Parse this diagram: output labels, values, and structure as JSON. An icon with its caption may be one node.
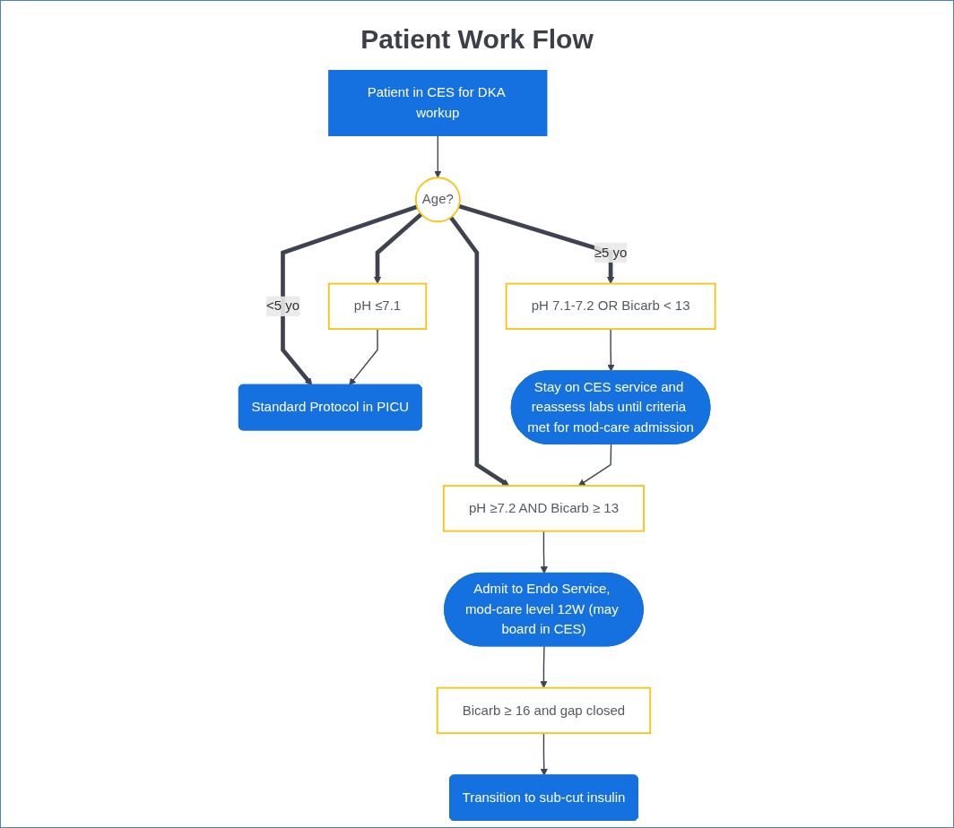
{
  "diagram": {
    "title": "Patient Work Flow",
    "nodes": [
      {
        "text": [
          "Patient in CES for DKA workup"
        ]
      },
      {
        "text": [
          "Age?"
        ]
      },
      {
        "text": [
          "Standard Protocol in PICU"
        ]
      },
      {
        "text": [
          "pH ≤7.1"
        ]
      },
      {
        "text": [
          "pH 7.1-7.2 OR Bicarb < 13"
        ]
      },
      {
        "text": [
          "pH ≥7.2 AND Bicarb ≥ 13"
        ]
      },
      {
        "text": [
          "Stay on CES service and reassess labs until criteria met for mod-care admission"
        ]
      },
      {
        "text": [
          "Admit to Endo Service, mod-care level 12W (may board in CES)"
        ]
      },
      {
        "text": [
          "Bicarb ≥ 16 and gap closed"
        ]
      },
      {
        "text": [
          "Transition to sub-cut insulin"
        ]
      }
    ],
    "edges": [
      {
        "from": 0,
        "to": 1,
        "arrow": "to"
      },
      {
        "from": 1,
        "to": 2,
        "arrow": "to",
        "label": "<5 yo",
        "style": "thick"
      },
      {
        "from": 1,
        "to": 3,
        "arrow": "to",
        "style": "thick"
      },
      {
        "from": 1,
        "to": 4,
        "arrow": "to",
        "label": "≥5 yo",
        "style": "thick"
      },
      {
        "from": 1,
        "to": 5,
        "arrow": "to",
        "style": "thick"
      },
      {
        "from": 3,
        "to": 2,
        "arrow": "to"
      },
      {
        "from": 4,
        "to": 6,
        "arrow": "to"
      },
      {
        "from": 6,
        "to": 5,
        "arrow": "to"
      },
      {
        "from": 5,
        "to": 7,
        "arrow": "to"
      },
      {
        "from": 7,
        "to": 8,
        "arrow": "to"
      },
      {
        "from": 8,
        "to": 9,
        "arrow": "to"
      }
    ]
  }
}
